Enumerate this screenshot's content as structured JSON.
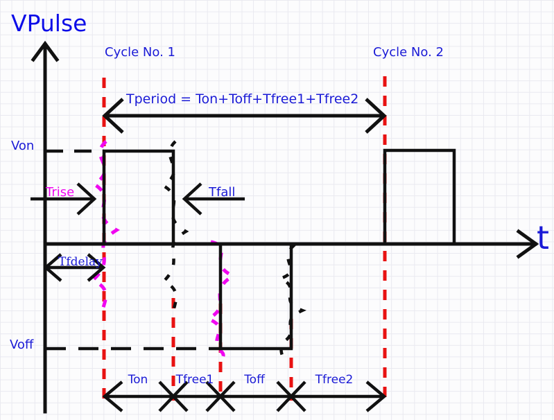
{
  "title": "VPulse",
  "axis": {
    "x_label": "t",
    "von_label": "Von",
    "voff_label": "Voff"
  },
  "cycles": [
    {
      "label": "Cycle No. 1"
    },
    {
      "label": "Cycle No. 2"
    }
  ],
  "annotations": {
    "tperiod": "Tperiod = Ton+Toff+Tfree1+Tfree2",
    "trise": "Trise",
    "tfall": "Tfall",
    "tfdelay": "Tfdelay"
  },
  "segments": [
    {
      "label": "Ton"
    },
    {
      "label": "Tfree1"
    },
    {
      "label": "Toff"
    },
    {
      "label": "Tfree2"
    }
  ],
  "colors": {
    "label_blue": "#1a1ad6",
    "cycle_boundary_red": "#e81212",
    "transition_magenta": "#f007f0",
    "waveform_black": "#111111"
  },
  "waveform": {
    "type": "pulse-train",
    "levels": [
      "Von",
      "0",
      "Voff"
    ],
    "cycle_segments_order": [
      "Ton",
      "Tfree1",
      "Toff",
      "Tfree2"
    ],
    "description": "Idealized pulse: delay Tfdelay at 0, rise to Von for Ton, return to 0 for Tfree1, drop to Voff for Toff, return to 0 for Tfree2; cycle repeats. Dashed magenta/black S-curves sketch the real Trise and Tfall transitions."
  }
}
